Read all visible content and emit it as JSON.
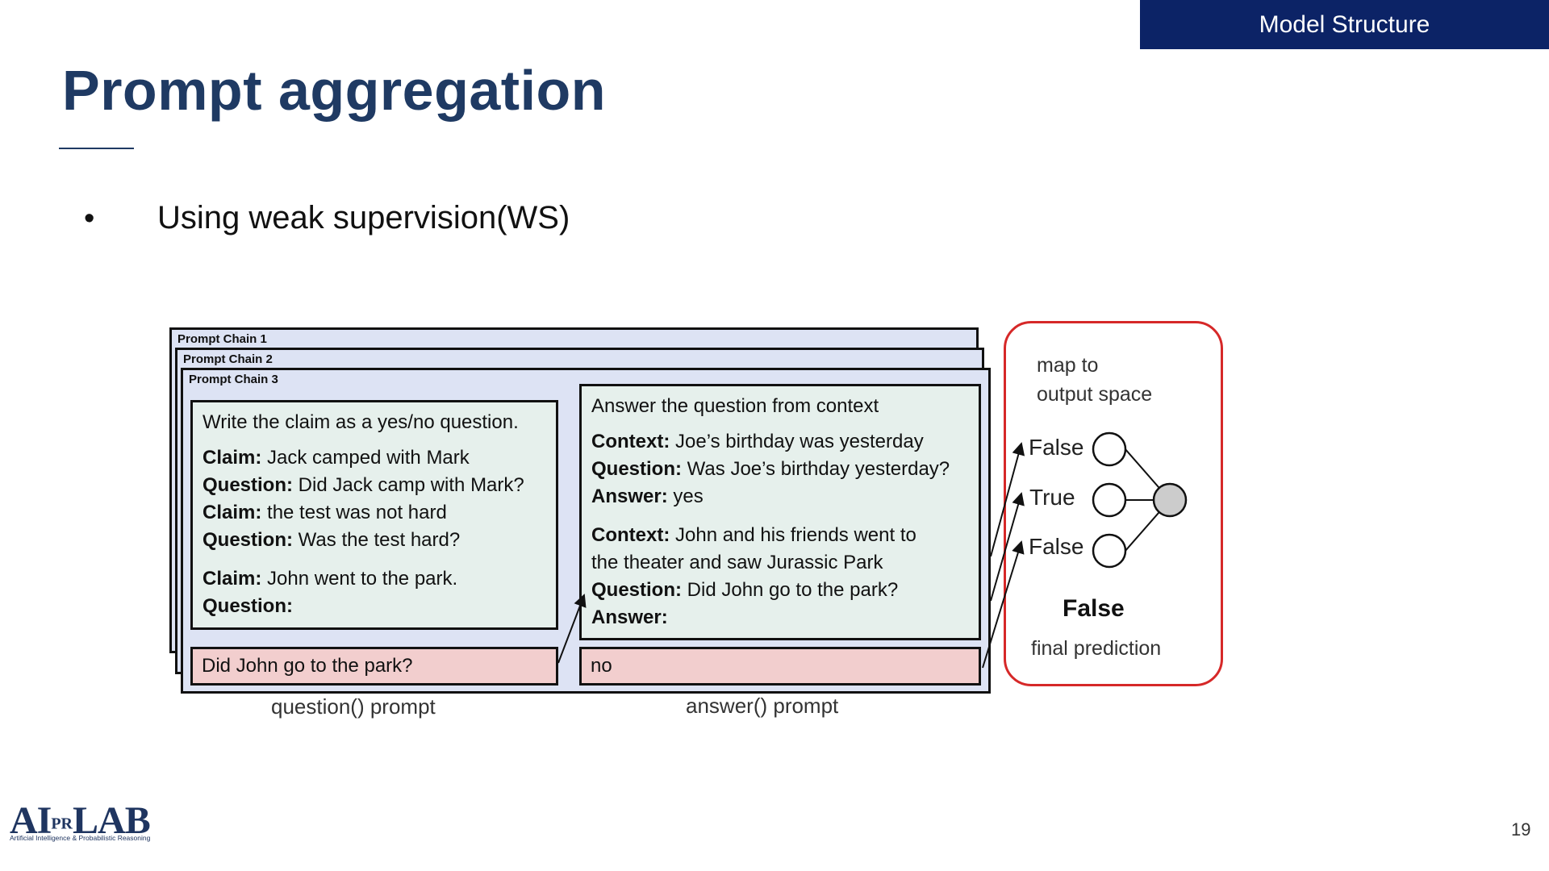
{
  "header": {
    "section_tag": "Model Structure"
  },
  "slide": {
    "title": "Prompt aggregation",
    "bullet_marker": "•",
    "bullet_text": "Using weak supervision(WS)",
    "page_number": "19"
  },
  "diagram": {
    "chains": [
      "Prompt Chain 1",
      "Prompt Chain 2",
      "Prompt Chain 3"
    ],
    "question_prompt": {
      "header": "Write the claim as a yes/no question.",
      "lines": [
        {
          "key": "Claim:",
          "text": " Jack camped with Mark"
        },
        {
          "key": "Question:",
          "text": " Did Jack camp with Mark?"
        },
        {
          "key": "Claim:",
          "text": " the test was not hard"
        },
        {
          "key": "Question:",
          "text": " Was the test hard?"
        },
        {
          "key": "Claim:",
          "text": " John went to the park."
        },
        {
          "key": "Question:",
          "text": ""
        }
      ],
      "output": "Did John go to the park?",
      "caption": "question() prompt"
    },
    "answer_prompt": {
      "header": "Answer the question from context",
      "lines": [
        {
          "key": "Context:",
          "text": " Joe’s birthday was yesterday"
        },
        {
          "key": "Question:",
          "text": " Was Joe’s birthday yesterday?"
        },
        {
          "key": "Answer:",
          "text": " yes"
        },
        {
          "key": "Context:",
          "text": " John and his friends went to"
        },
        {
          "key": "",
          "text": "the theater and saw Jurassic Park"
        },
        {
          "key": "Question:",
          "text": " Did John go to the park?"
        },
        {
          "key": "Answer:",
          "text": ""
        }
      ],
      "output": "no",
      "caption": "answer() prompt"
    },
    "aggregation": {
      "map_label_1": "map to",
      "map_label_2": "output space",
      "node_labels": [
        "False",
        "True",
        "False"
      ],
      "prediction": "False",
      "prediction_caption": "final prediction"
    }
  },
  "logo": {
    "main": "AIPRLAB",
    "sub": "Artificial Intelligence & Probabilistic Reasoning"
  },
  "colors": {
    "header_bg": "#0c2366",
    "title": "#1f3a63",
    "chain_bg": "#dde3f4",
    "prompt_bg": "#e6f0ec",
    "output_bg": "#f2cece",
    "panel_border": "#d62828",
    "output_node": "#cccccc"
  }
}
